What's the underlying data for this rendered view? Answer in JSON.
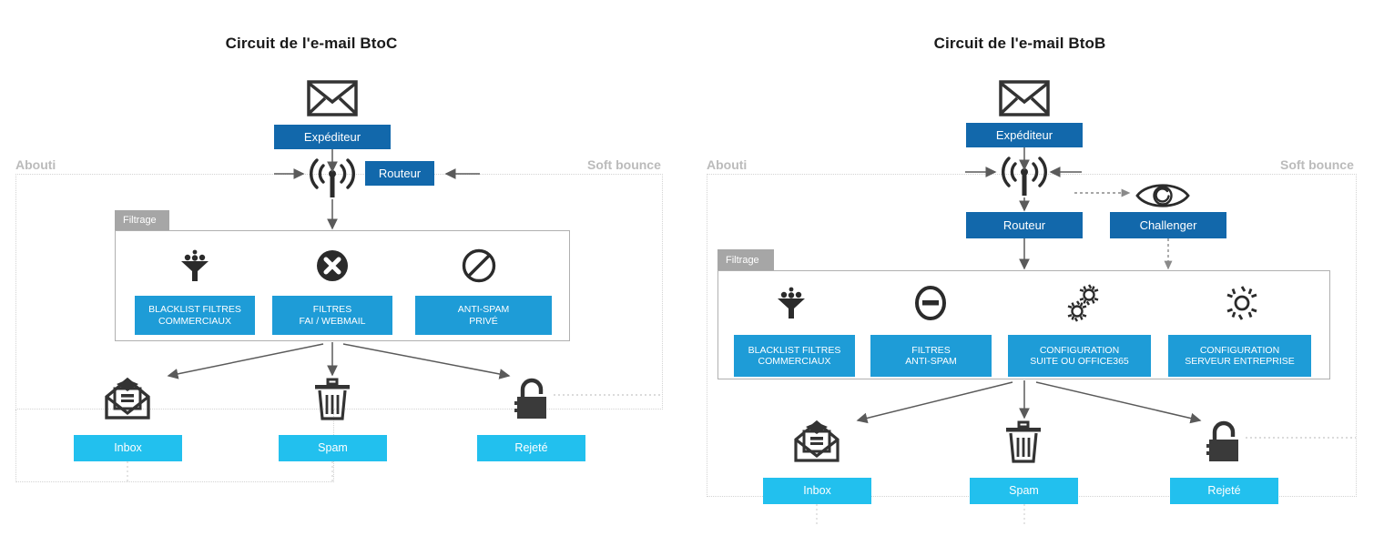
{
  "panels": [
    {
      "id": "btoc",
      "title": "Circuit de l'e-mail BtoC",
      "zone_left_label": "Abouti",
      "zone_right_label": "Soft bounce",
      "filtrage_label": "Filtrage",
      "sender_label": "Expéditeur",
      "router_label": "Routeur",
      "sender_icon": "envelope-icon",
      "antenna_icon": "antenna-icon",
      "filters": [
        {
          "label": "BLACKLIST FILTRES\nCOMMERCIAUX",
          "icon": "funnel-icon"
        },
        {
          "label": "FILTRES\nFAI / WEBMAIL",
          "icon": "x-circle-icon"
        },
        {
          "label": "ANTI-SPAM\nPRIVÉ",
          "icon": "no-entry-icon"
        }
      ],
      "outcomes": [
        {
          "label": "Inbox",
          "icon": "open-envelope-icon"
        },
        {
          "label": "Spam",
          "icon": "trash-icon"
        },
        {
          "label": "Rejeté",
          "icon": "padlock-icon"
        }
      ]
    },
    {
      "id": "btob",
      "title": "Circuit de l'e-mail BtoB",
      "zone_left_label": "Abouti",
      "zone_right_label": "Soft bounce",
      "filtrage_label": "Filtrage",
      "sender_label": "Expéditeur",
      "router_label": "Routeur",
      "challenger_label": "Challenger",
      "sender_icon": "envelope-icon",
      "antenna_icon": "antenna-icon",
      "challenger_icon": "eye-icon",
      "filters": [
        {
          "label": "BLACKLIST FILTRES\nCOMMERCIAUX",
          "icon": "funnel-icon"
        },
        {
          "label": "FILTRES\nANTI-SPAM",
          "icon": "minus-circle-icon"
        },
        {
          "label": "CONFIGURATION\nSUITE OU OFFICE365",
          "icon": "double-gear-icon"
        },
        {
          "label": "CONFIGURATION\nSERVEUR ENTREPRISE",
          "icon": "gear-icon"
        }
      ],
      "outcomes": [
        {
          "label": "Inbox",
          "icon": "open-envelope-icon"
        },
        {
          "label": "Spam",
          "icon": "trash-icon"
        },
        {
          "label": "Rejeté",
          "icon": "padlock-icon"
        }
      ]
    }
  ],
  "colors": {
    "dark_blue": "#1268ab",
    "mid_blue": "#1e9cd7",
    "light_cyan": "#22c0ee",
    "tab_gray": "#a6a6a6",
    "zone_border": "#d3d3d3",
    "zone_label": "#bbbbbb",
    "icon_dark": "#333333",
    "arrow": "#5a5a5a"
  }
}
